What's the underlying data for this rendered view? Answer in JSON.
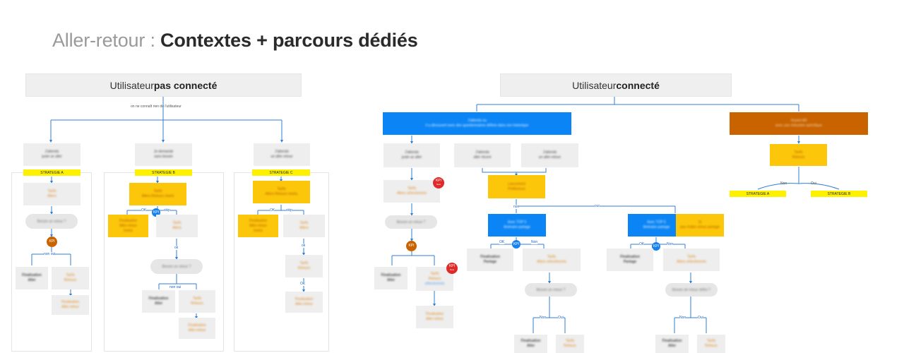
{
  "title": {
    "light": "Aller-retour : ",
    "bold": "Contextes + parcours dédiés"
  },
  "left": {
    "header": {
      "normal": "Utilisateur ",
      "bold": "pas connecté"
    },
    "note": "on ne connaît rien de l'utilisateur",
    "strategies": [
      "STRATEGIE A",
      "STRATEGIE B",
      "STRATEGIE C"
    ],
    "col_a": {
      "entry": [
        "J'attends",
        "juste un aller"
      ],
      "step1": [
        "Tarifs",
        "Allers"
      ],
      "question": "Besoin un retour ?",
      "kpi": "KPI",
      "branch": "non  oui",
      "end_left": [
        "Finalisation",
        "Aller"
      ],
      "end_right": [
        "Tarifs",
        "Retours"
      ],
      "final": [
        "Finalisation",
        "Aller-retour"
      ]
    },
    "col_b": {
      "entry": [
        "Je demande",
        "sans besoin"
      ],
      "step1": [
        "Tarifs",
        "Allers Retours mixés"
      ],
      "ok": "OK",
      "skip": "skip",
      "kpi": "KPI",
      "left_box": [
        "Finalisation",
        "Aller-retour",
        "mixés"
      ],
      "right_box": [
        "Tarifs",
        "Allers"
      ],
      "ok2": "ok",
      "question": "Besoin un retour ?",
      "branch": "non  oui",
      "end_left": [
        "Finalisation",
        "Aller"
      ],
      "end_right": [
        "Tarifs",
        "Retours"
      ],
      "final": [
        "Finalisation",
        "Aller-retour"
      ]
    },
    "col_c": {
      "entry": [
        "J'attends",
        "un aller-retour"
      ],
      "step1": [
        "Tarifs",
        "Allers Retours mixés"
      ],
      "ok": "OK",
      "skip": "skip",
      "left_box": [
        "Finalisation",
        "Aller-retour",
        "mixés"
      ],
      "right_box": [
        "Tarifs",
        "Allers"
      ],
      "ok2": "ok",
      "mid_box": [
        "Tarifs",
        "Retours"
      ],
      "ok3": "OK",
      "final": [
        "Finalisation",
        "Aller-retour"
      ]
    }
  },
  "right": {
    "header": {
      "normal": "Utilisateur ",
      "bold": "connecté"
    },
    "blue_top": [
      "J'attends ou",
      "il a découvert avec des questionnaires définis dans son historique"
    ],
    "orange_top": [
      "Voyant AR",
      "avec une réduction spécifique"
    ],
    "entries": [
      [
        "J'attends",
        "juste un aller"
      ],
      [
        "J'attends",
        "aller récent"
      ],
      [
        "J'attends",
        "un aller-retour"
      ]
    ],
    "col1": {
      "box1": [
        "Tarifs",
        "Allers sélectionnés"
      ],
      "kpi_new": "KPI",
      "kpi_sub": "New",
      "question": "Besoin un retour ?",
      "kpi": "KPI",
      "end_left": [
        "Finalisation",
        "Aller"
      ],
      "end_right": [
        "Tarifs",
        "Retours",
        "sélectionnés"
      ],
      "final": [
        "Finalisation",
        "Aller-retour"
      ]
    },
    "merge_box": [
      "Lancement",
      "Préférence"
    ],
    "non": "non",
    "oui": "oui",
    "blue_mid_left": [
      "Avec TOP 5",
      "Itinéraire partage"
    ],
    "blue_mid_right": [
      "Avec TOP 5",
      "Itinéraire partage"
    ],
    "yellow_side": [
      "Si",
      "pas d'aller-retour partage"
    ],
    "ok": "OK",
    "kpi": "KPI",
    "non2": "Non",
    "final_left": [
      "Finalisation",
      "Partage"
    ],
    "tarifs_allers": [
      "Tarifs",
      "Allers sélectionnés"
    ],
    "question_left": "Besoin un retour ?",
    "question_right": "Besoin de retour défini ?",
    "branch_non": "Non",
    "branch_oui": "Oui",
    "bottom_final": [
      "Finalisation",
      "Aller"
    ],
    "bottom_tarifs": [
      "Tarifs",
      "Retours"
    ],
    "yes_box": [
      "Tarifs",
      "Retours"
    ],
    "strategy_non": "Non",
    "strategy_oui": "Oui",
    "strategies": [
      "STRATEGIE A",
      "STRATEGIE B"
    ]
  },
  "colors": {
    "yellow": "#fcc70a",
    "blue": "#0b85f5",
    "orange": "#c96300",
    "highlight": "#fef100",
    "line": "#2f7fd6"
  }
}
